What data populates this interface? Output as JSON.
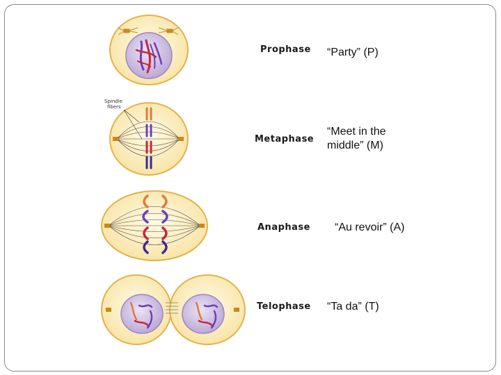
{
  "spindle_label_line1": "Spindle",
  "spindle_label_line2": "fibers",
  "phases": [
    {
      "name": "Prophase",
      "mnemonic_line1": "“Party” (P)",
      "mnemonic_line2": ""
    },
    {
      "name": "Metaphase",
      "mnemonic_line1": "“Meet in the",
      "mnemonic_line2": "middle”  (M)"
    },
    {
      "name": "Anaphase",
      "mnemonic_line1": "“Au revoir” (A)",
      "mnemonic_line2": ""
    },
    {
      "name": "Telophase",
      "mnemonic_line1": "“Ta da” (T)",
      "mnemonic_line2": ""
    }
  ],
  "colors": {
    "cell_fill": "#fbe9b0",
    "cell_border": "#e3b24a",
    "nucleus_fill": "#cdbde0",
    "chromosome_red": "#c8243a",
    "chromosome_purple": "#6b3fb8",
    "chromosome_orange": "#e07a3c",
    "centrosome": "#c8891e"
  }
}
